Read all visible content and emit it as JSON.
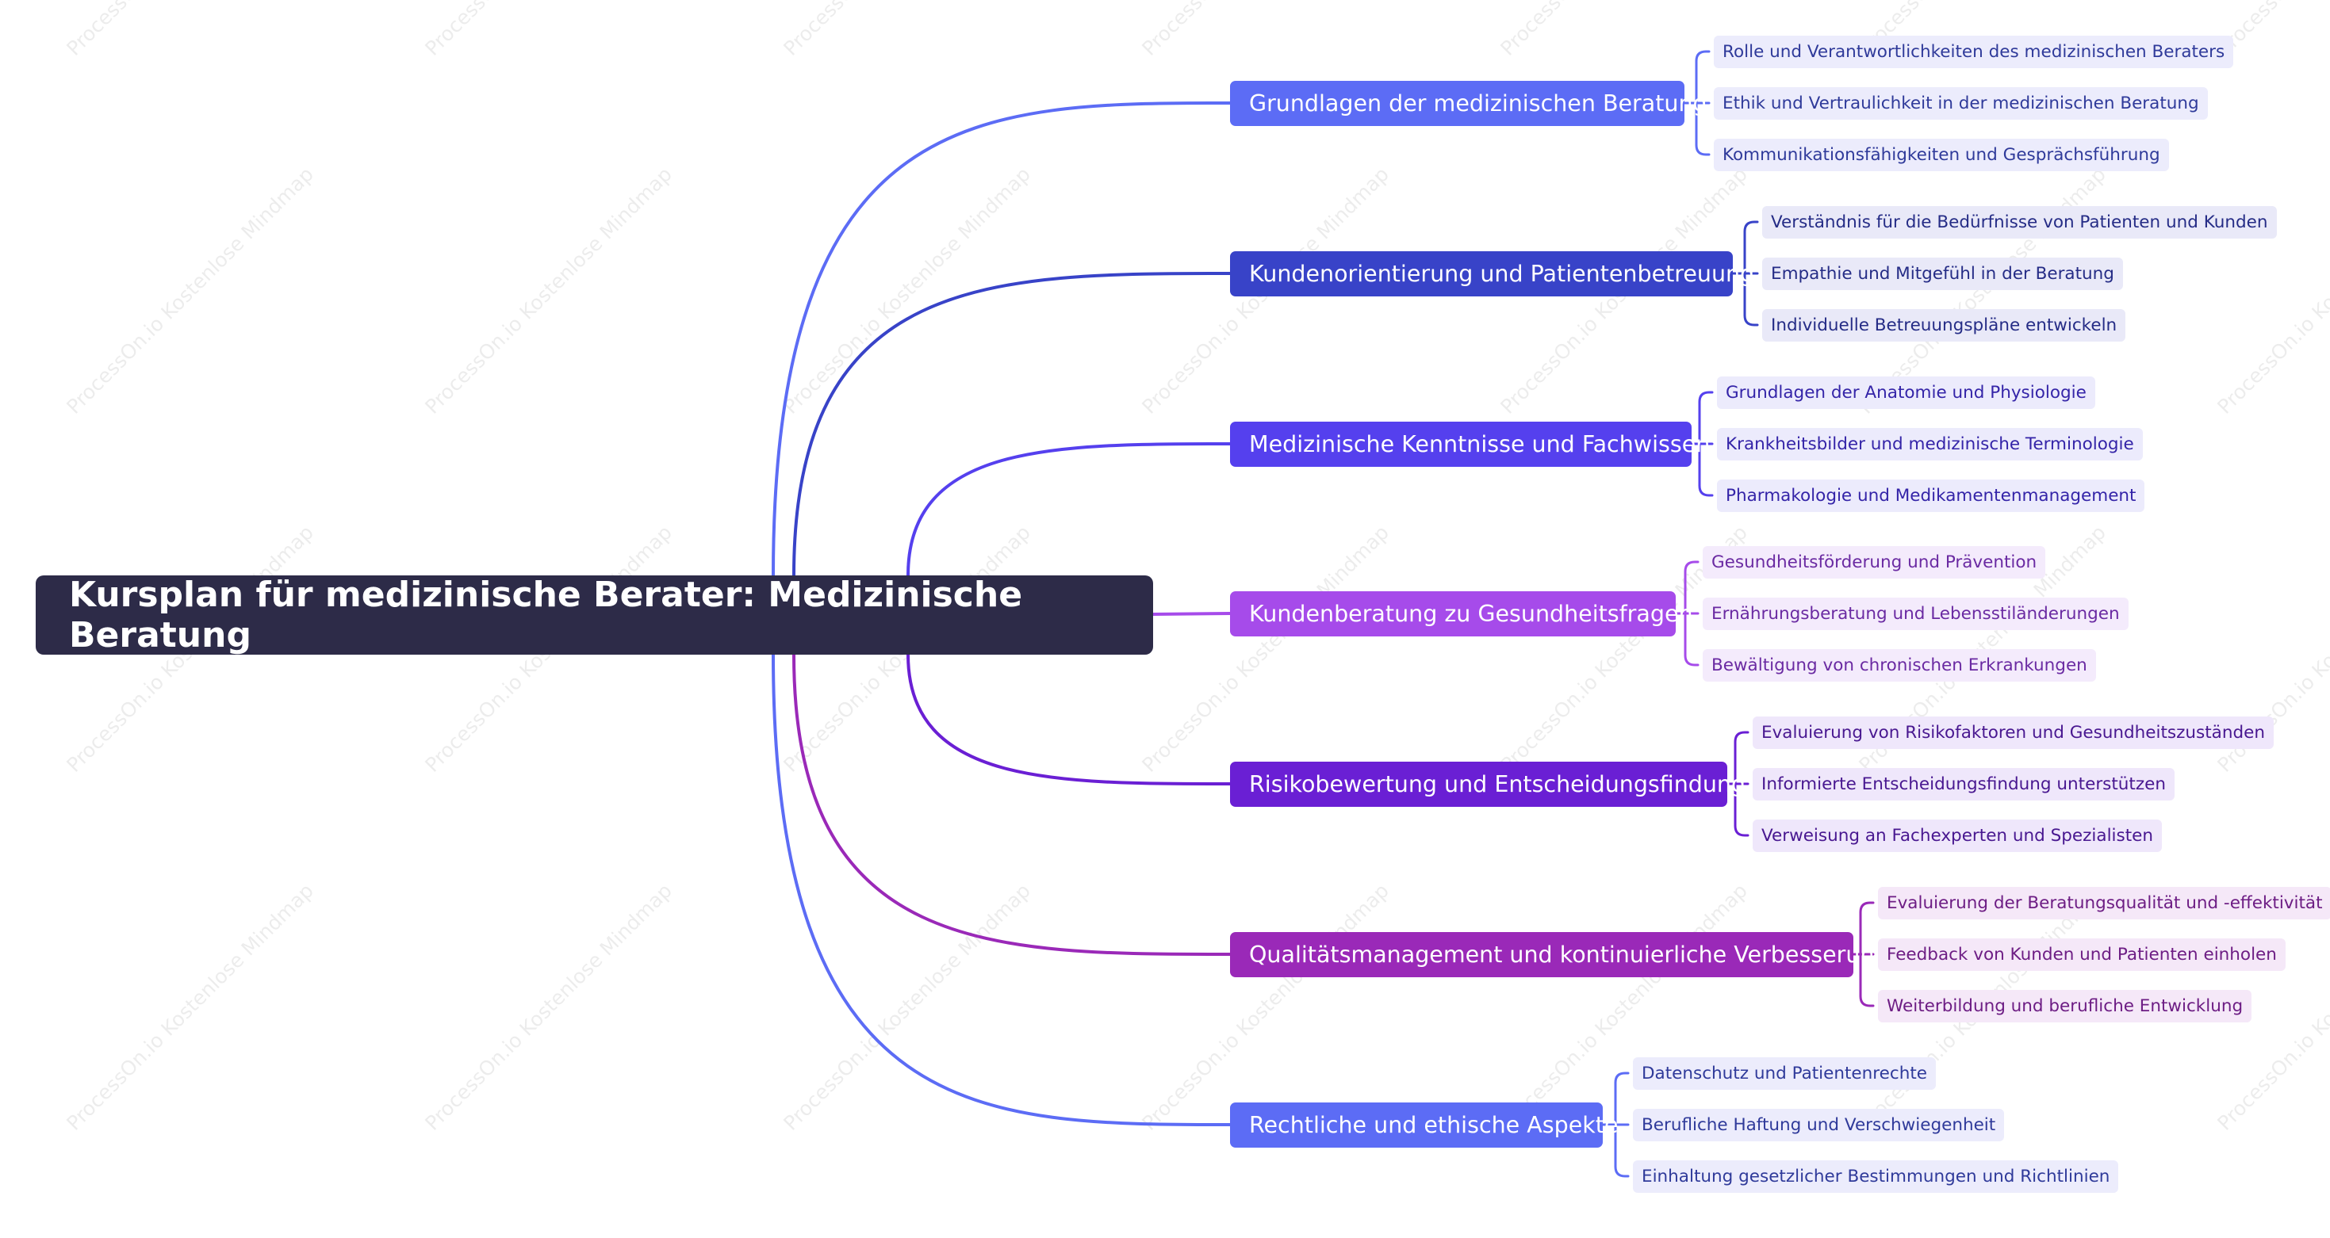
{
  "watermark": "ProcessOn.io Kostenlose Mindmap",
  "mindmap": {
    "title": "Kursplan für medizinische Berater: Medizinische Beratung",
    "branches": [
      {
        "label": "Grundlagen der medizinischen Beratung",
        "color": "#5c6cf5",
        "leaf_bg": "#ececfc",
        "leaf_text": "#2f3a9a",
        "leaves": [
          "Rolle und Verantwortlichkeiten des medizinischen Beraters",
          "Ethik und Vertraulichkeit in der medizinischen Beratung",
          "Kommunikationsfähigkeiten und Gesprächsführung"
        ]
      },
      {
        "label": "Kundenorientierung und Patientenbetreuung",
        "color": "#3843c8",
        "leaf_bg": "#e9e9f8",
        "leaf_text": "#252c86",
        "leaves": [
          "Verständnis für die Bedürfnisse von Patienten und Kunden",
          "Empathie und Mitgefühl in der Beratung",
          "Individuelle Betreuungspläne entwickeln"
        ]
      },
      {
        "label": "Medizinische Kenntnisse und Fachwissen",
        "color": "#5540ee",
        "leaf_bg": "#ecebfc",
        "leaf_text": "#3424a8",
        "leaves": [
          "Grundlagen der Anatomie und Physiologie",
          "Krankheitsbilder und medizinische Terminologie",
          "Pharmakologie und Medikamentenmanagement"
        ]
      },
      {
        "label": "Kundenberatung zu Gesundheitsfragen",
        "color": "#a64bea",
        "leaf_bg": "#f4ebfc",
        "leaf_text": "#6a2aa2",
        "leaves": [
          "Gesundheitsförderung und Prävention",
          "Ernährungsberatung und Lebensstiländerungen",
          "Bewältigung von chronischen Erkrankungen"
        ]
      },
      {
        "label": "Risikobewertung und Entscheidungsfindung",
        "color": "#6a1fd4",
        "leaf_bg": "#efe7fb",
        "leaf_text": "#481790",
        "leaves": [
          "Evaluierung von Risikofaktoren und Gesundheitszuständen",
          "Informierte Entscheidungsfindung unterstützen",
          "Verweisung an Fachexperten und Spezialisten"
        ]
      },
      {
        "label": "Qualitätsmanagement und kontinuierliche Verbesserung",
        "color": "#9a29b8",
        "leaf_bg": "#f5e8f8",
        "leaf_text": "#6d1d84",
        "leaves": [
          "Evaluierung der Beratungsqualität und -effektivität",
          "Feedback von Kunden und Patienten einholen",
          "Weiterbildung und berufliche Entwicklung"
        ]
      },
      {
        "label": "Rechtliche und ethische Aspekte",
        "color": "#5c6cf5",
        "leaf_bg": "#ececfc",
        "leaf_text": "#2f3a9a",
        "leaves": [
          "Datenschutz und Patientenrechte",
          "Berufliche Haftung und Verschwiegenheit",
          "Einhaltung gesetzlicher Bestimmungen und Richtlinien"
        ]
      }
    ]
  }
}
